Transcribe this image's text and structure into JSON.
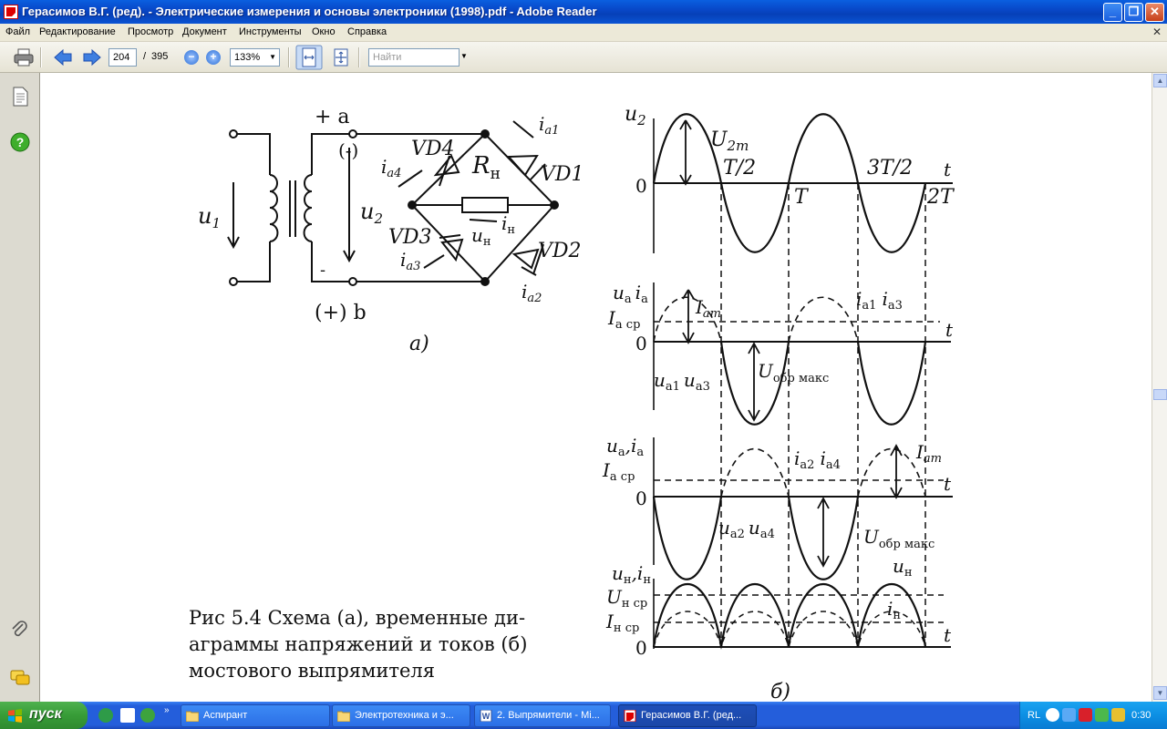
{
  "window": {
    "title": "Герасимов В.Г. (ред). - Электрические измерения и основы электроники (1998).pdf - Adobe Reader"
  },
  "menu": {
    "items": [
      "Файл",
      "Редактирование",
      "Просмотр",
      "Документ",
      "Инструменты",
      "Окно",
      "Справка"
    ]
  },
  "toolbar": {
    "page_current": "204",
    "page_separator": "/",
    "page_total": "395",
    "zoom": "133%",
    "search_placeholder": "Найти"
  },
  "document": {
    "caption_lines": [
      "Рис 5.4  Схема (а), временные ди-",
      "аграммы напряжений и токов (б)",
      "мостового выпрямителя"
    ],
    "circuit": {
      "sublabel": "а)",
      "labels": {
        "plus_a": "+ a",
        "minus_paren": "(-)",
        "plus_b": "(+) b",
        "minus": "-",
        "u1": "u",
        "u1_sub": "1",
        "u2": "u",
        "u2_sub": "2",
        "vd1": "VD1",
        "vd2": "VD2",
        "vd3": "VD3",
        "vd4": "VD4",
        "rn": "R",
        "rn_sub": "н",
        "ia1": "i",
        "ia1_sub": "a1",
        "ia2": "i",
        "ia2_sub": "a2",
        "ia3": "i",
        "ia3_sub": "a3",
        "ia4": "i",
        "ia4_sub": "a4",
        "un": "u",
        "un_sub": "н",
        "in": "i",
        "in_sub": "н"
      }
    },
    "diagrams": {
      "sublabel": "б)",
      "d1": {
        "ylabel": "u",
        "ylabel_sub": "2",
        "amp": "U",
        "amp_sub": "2m",
        "t_half": "T/2",
        "t_full": "T",
        "t_3half": "3T/2",
        "t_2": "2T",
        "t": "t",
        "zero": "0"
      },
      "d2": {
        "ylabel": "u",
        "ylabel_sub": "a",
        "ylabel2": "i",
        "ylabel2_sub": "a",
        "avg": "I",
        "avg_sub": "a ср",
        "amp": "I",
        "amp_sub": "am",
        "zero": "0",
        "t": "t",
        "cur": "i",
        "cur_sub": "a1",
        "cur2": "i",
        "cur2_sub": "a3",
        "volt": "u",
        "volt_sub": "a1",
        "volt2": "u",
        "volt2_sub": "a3",
        "rev": "U",
        "rev_sub": "обр макс"
      },
      "d3": {
        "ylabel": "u",
        "ylabel_sub": "a",
        "ylabel2": ",i",
        "ylabel2_sub": "a",
        "avg": "I",
        "avg_sub": "a ср",
        "amp": "I",
        "amp_sub": "am",
        "zero": "0",
        "t": "t",
        "cur": "i",
        "cur_sub": "a2",
        "cur2": "i",
        "cur2_sub": "a4",
        "volt": "u",
        "volt_sub": "a2",
        "volt2": "u",
        "volt2_sub": "a4",
        "rev": "U",
        "rev_sub": "обр макс"
      },
      "d4": {
        "ylabel": "u",
        "ylabel_sub": "н",
        "ylabel2": ",i",
        "ylabel2_sub": "н",
        "uavg": "U",
        "uavg_sub": "н ср",
        "iavg": "I",
        "iavg_sub": "н ср",
        "zero": "0",
        "t": "t",
        "un": "u",
        "un_sub": "н",
        "in": "i",
        "in_sub": "н"
      }
    }
  },
  "taskbar": {
    "start": "пуск",
    "tasks": [
      {
        "label": "Аспирант"
      },
      {
        "label": "Электротехника и э..."
      },
      {
        "label": "2. Выпрямители - Mi..."
      },
      {
        "label": "Герасимов В.Г. (ред..."
      }
    ],
    "tray": {
      "lang": "RL",
      "clock": "0:30"
    }
  },
  "colors": {
    "titlebar": "#0848c8",
    "taskbar": "#245edb",
    "start": "#379c37",
    "tray": "#0c8fe4"
  }
}
